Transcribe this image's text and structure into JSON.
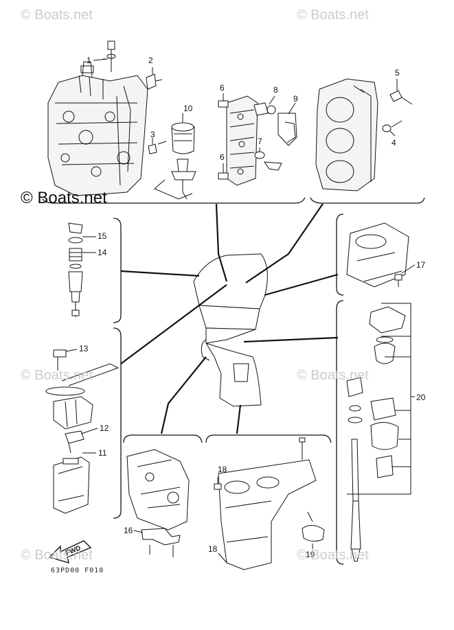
{
  "watermark": {
    "main": "© Boats.net",
    "faded": "© Boats.net"
  },
  "diagram_code": "63PD00 F010",
  "fwd_label": "FWD",
  "callouts": [
    "1",
    "2",
    "3",
    "4",
    "5",
    "6",
    "6",
    "7",
    "8",
    "9",
    "10",
    "11",
    "12",
    "13",
    "14",
    "15",
    "16",
    "17",
    "18",
    "18",
    "19",
    "20"
  ],
  "colors": {
    "line": "#111111",
    "watermark": "#bdbdbd",
    "paper": "#ffffff"
  }
}
